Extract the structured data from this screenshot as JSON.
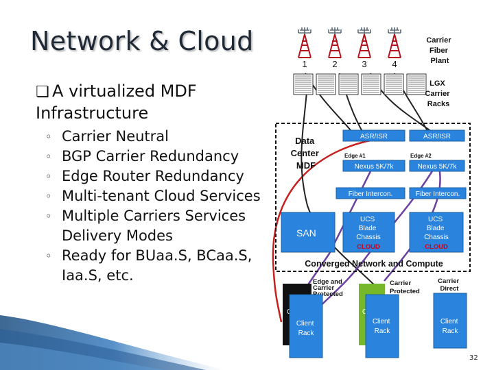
{
  "slide": {
    "title": "Network & Cloud",
    "bullet": {
      "marker": "❏",
      "text": "A virtualized MDF Infrastructure"
    },
    "sub_bullets": [
      {
        "marker": "◦",
        "text": "Carrier Neutral"
      },
      {
        "marker": "◦",
        "text": "BGP Carrier Redundancy"
      },
      {
        "marker": "◦",
        "text": "Edge Router Redundancy"
      },
      {
        "marker": "◦",
        "text": "Multi-tenant Cloud Services"
      },
      {
        "marker": "◦",
        "text": "Multiple Carriers Services Delivery Modes"
      },
      {
        "marker": "◦",
        "text": "Ready for BUaa.S, BCaa.S, Iaa.S, etc."
      }
    ],
    "page_number": "32"
  },
  "diagram": {
    "towers": [
      "1",
      "2",
      "3",
      "4"
    ],
    "carrier_fiber_plant": [
      "Carrier",
      "Fiber",
      "Plant"
    ],
    "lgx_carrier_racks": [
      "LGX",
      "Carrier",
      "Racks"
    ],
    "data_center_mdf": [
      "Data",
      "Center",
      "MDF"
    ],
    "asr_left": "ASR/ISR",
    "asr_right": "ASR/ISR",
    "edge1": "Edge #1",
    "edge2": "Edge #2",
    "nexus_left": "Nexus 5K/7k",
    "nexus_right": "Nexus 5K/7k",
    "fiber_left": "Fiber Intercon.",
    "fiber_right": "Fiber Intercon.",
    "san": "SAN",
    "ucs_mid": [
      "UCS",
      "Blade",
      "Chassis",
      "CLOUD"
    ],
    "ucs_right": [
      "UCS",
      "Blade",
      "Chassis",
      "CLOUD"
    ],
    "converged": "Converged Network and Compute",
    "edge_carrier_protected": [
      "Edge and",
      "Carrier",
      "Protected"
    ],
    "carrier_protected": [
      "Carrier",
      "Protected"
    ],
    "carrier_direct": [
      "Carrier",
      "Direct"
    ],
    "client_rack_a": [
      "Client",
      "Rack"
    ],
    "client_rack_b": [
      "Client",
      "Rack"
    ],
    "client_rack_c": [
      "Client",
      "Rack"
    ],
    "behind_a": "C",
    "behind_b": "C",
    "colors": {
      "tower": "#b5121b",
      "blue_box": "#1f6fc0",
      "blue_box_light": "#2a83dc",
      "green_box": "#76b82a",
      "black_box": "#111111",
      "cable_red": "#c81e1e",
      "cable_purple": "#6a3fa0",
      "cable_black": "#222222",
      "cloud_red": "#d0021b",
      "swoosh_blue": "#2b6cb0"
    }
  }
}
